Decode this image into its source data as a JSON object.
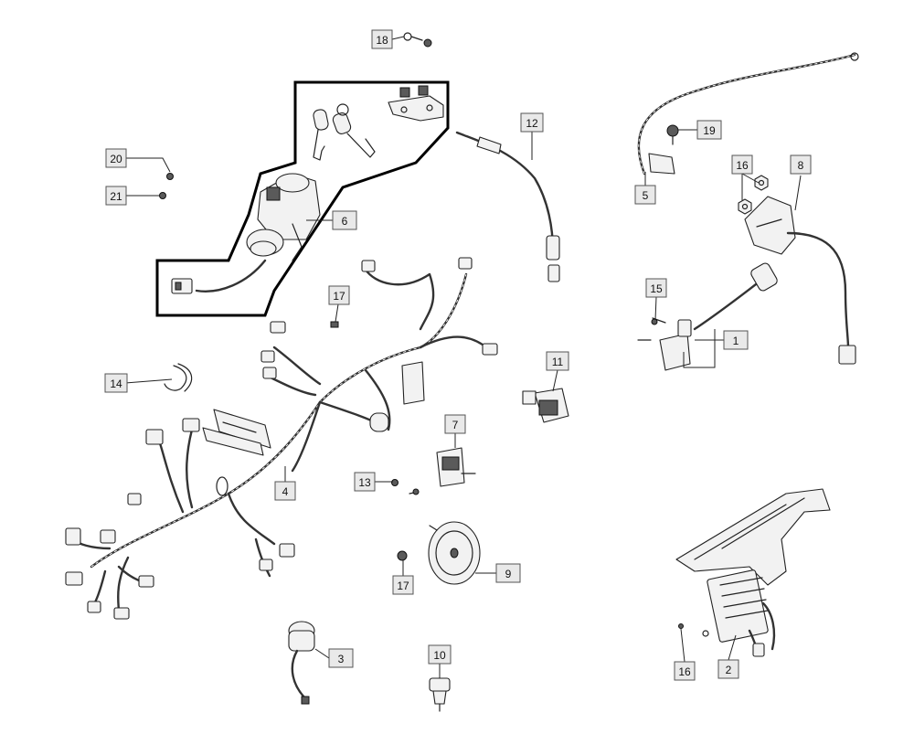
{
  "diagram": {
    "callouts": [
      {
        "id": "c1",
        "label": "1"
      },
      {
        "id": "c2",
        "label": "2"
      },
      {
        "id": "c3",
        "label": "3"
      },
      {
        "id": "c4",
        "label": "4"
      },
      {
        "id": "c5",
        "label": "5"
      },
      {
        "id": "c6",
        "label": "6"
      },
      {
        "id": "c7",
        "label": "7"
      },
      {
        "id": "c8",
        "label": "8"
      },
      {
        "id": "c9",
        "label": "9"
      },
      {
        "id": "c10",
        "label": "10"
      },
      {
        "id": "c11",
        "label": "11"
      },
      {
        "id": "c12",
        "label": "12"
      },
      {
        "id": "c13",
        "label": "13"
      },
      {
        "id": "c14",
        "label": "14"
      },
      {
        "id": "c15",
        "label": "15"
      },
      {
        "id": "c16a",
        "label": "16"
      },
      {
        "id": "c16b",
        "label": "16"
      },
      {
        "id": "c17a",
        "label": "17"
      },
      {
        "id": "c17b",
        "label": "17"
      },
      {
        "id": "c18",
        "label": "18"
      },
      {
        "id": "c19",
        "label": "19"
      },
      {
        "id": "c20",
        "label": "20"
      },
      {
        "id": "c21",
        "label": "21"
      }
    ]
  }
}
